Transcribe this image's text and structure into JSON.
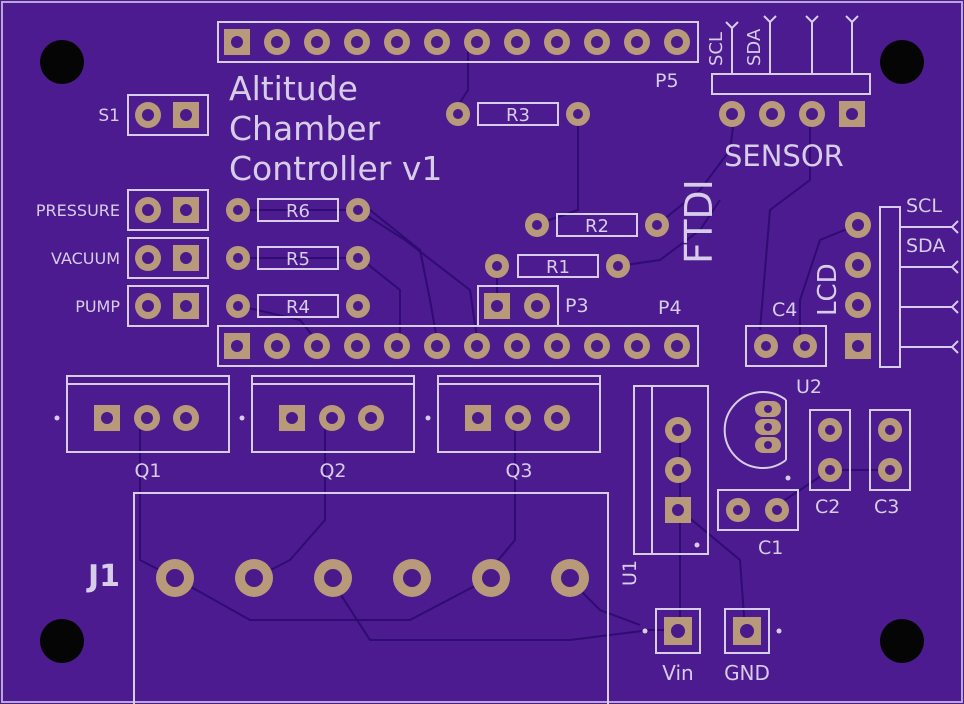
{
  "title": {
    "line1": "Altitude",
    "line2": "Chamber",
    "line3": "Controller  v1"
  },
  "labels": {
    "s1": "S1",
    "pressure": "PRESSURE",
    "vacuum": "VACUUM",
    "pump": "PUMP",
    "r1": "R1",
    "r2": "R2",
    "r3": "R3",
    "r4": "R4",
    "r5": "R5",
    "r6": "R6",
    "p3": "P3",
    "p4": "P4",
    "p5": "P5",
    "q1": "Q1",
    "q2": "Q2",
    "q3": "Q3",
    "j1": "J1",
    "u1": "U1",
    "u2": "U2",
    "c1": "C1",
    "c2": "C2",
    "c3": "C3",
    "c4": "C4",
    "ftdi": "FTDI",
    "lcd": "LCD",
    "sensor": "SENSOR",
    "scl_top": "SCL",
    "sda_top": "SDA",
    "scl_right": "SCL",
    "sda_right": "SDA",
    "vin": "Vin",
    "gnd": "GND"
  },
  "colors": {
    "board": "#4b1b8f",
    "silk": "#d8cde8",
    "pad": "#b89a7a",
    "hole": "#4a1a8a",
    "mount": "#050505"
  }
}
